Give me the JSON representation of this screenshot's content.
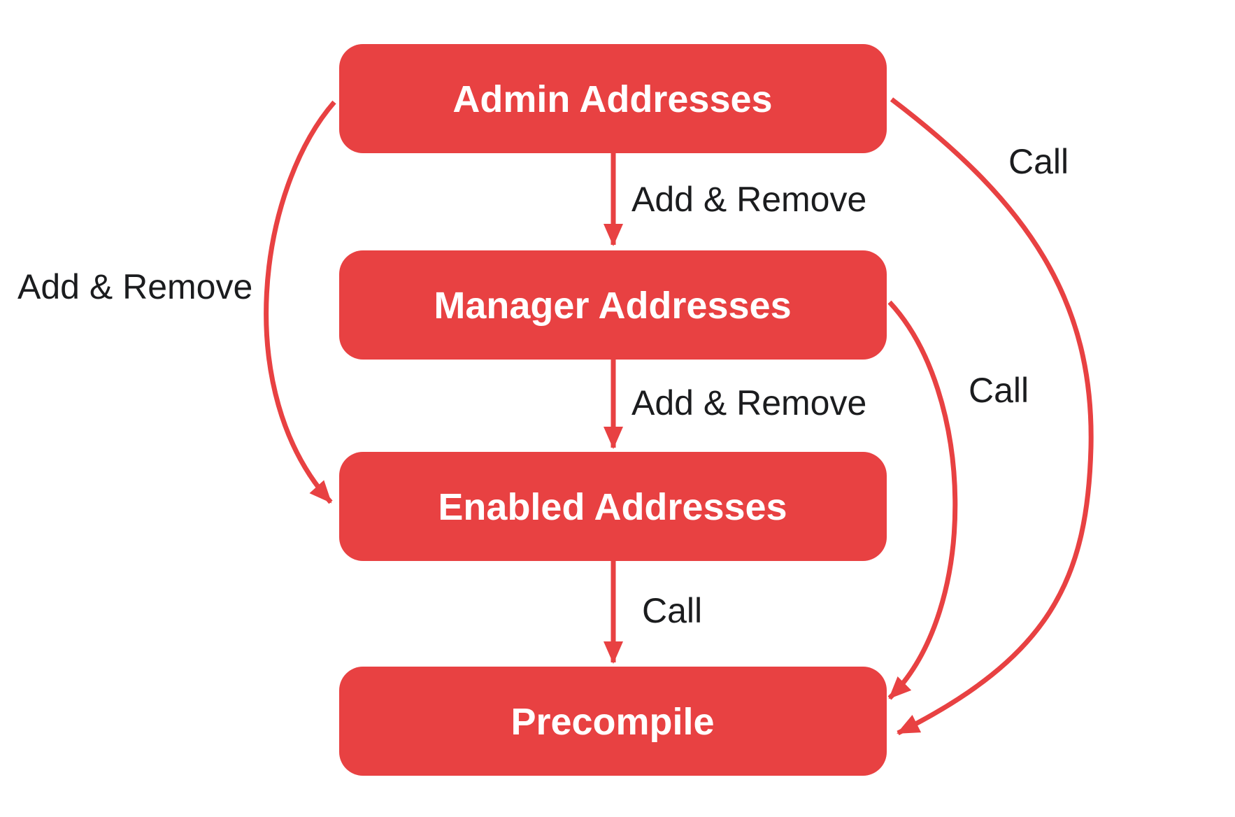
{
  "diagram": {
    "type": "flowchart",
    "nodes": [
      {
        "id": "admin",
        "label": "Admin Addresses"
      },
      {
        "id": "manager",
        "label": "Manager Addresses"
      },
      {
        "id": "enabled",
        "label": "Enabled Addresses"
      },
      {
        "id": "precompile",
        "label": "Precompile"
      }
    ],
    "edges": [
      {
        "from": "Admin Addresses",
        "to": "Manager Addresses",
        "label": "Add & Remove"
      },
      {
        "from": "Manager Addresses",
        "to": "Enabled Addresses",
        "label": "Add & Remove"
      },
      {
        "from": "Enabled Addresses",
        "to": "Precompile",
        "label": "Call"
      },
      {
        "from": "Admin Addresses",
        "to": "Enabled Addresses",
        "label": "Add & Remove"
      },
      {
        "from": "Manager Addresses",
        "to": "Precompile",
        "label": "Call"
      },
      {
        "from": "Admin Addresses",
        "to": "Precompile",
        "label": "Call"
      }
    ],
    "colors": {
      "node_fill": "#E84142",
      "node_text": "#FFFFFF",
      "edge": "#E84142",
      "label_text": "#1B1C1E",
      "background": "#FFFFFF"
    }
  }
}
